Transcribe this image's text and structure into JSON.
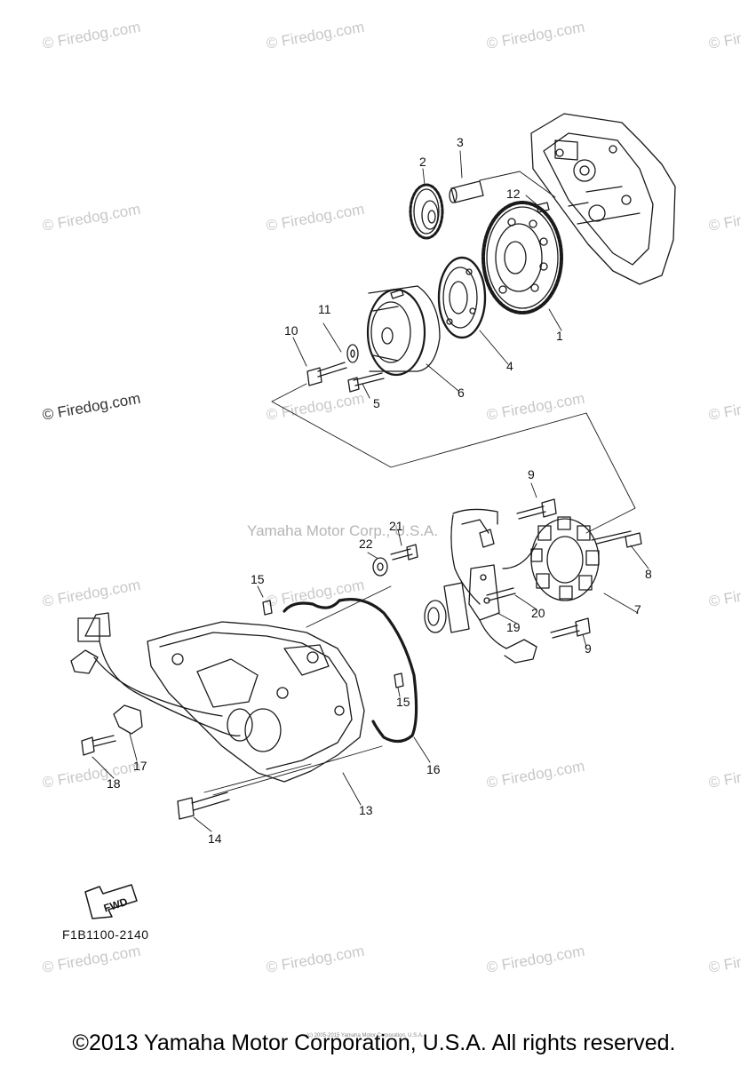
{
  "watermarks": {
    "firedog": "© Firedog.com",
    "firedog_cut": "© Fir",
    "yamaha": "Yamaha Motor Corp., U.S.A."
  },
  "callouts": {
    "c1": "1",
    "c2": "2",
    "c3": "3",
    "c4": "4",
    "c5": "5",
    "c6": "6",
    "c7": "7",
    "c8": "8",
    "c9a": "9",
    "c9b": "9",
    "c10": "10",
    "c11": "11",
    "c12": "12",
    "c13": "13",
    "c14": "14",
    "c15a": "15",
    "c15b": "15",
    "c16": "16",
    "c17": "17",
    "c18": "18",
    "c19": "19",
    "c20": "20",
    "c21": "21",
    "c22": "22"
  },
  "fwd_label": "FWD",
  "figure_code": "F1B1100-2140",
  "tiny_note": "(c) 2005-2015 Yamaha Motor Corporation, U.S.A.",
  "copyright": "©2013 Yamaha Motor Corporation, U.S.A. All rights reserved.",
  "colors": {
    "line": "#1a1a1a",
    "watermark": "#c8c8c8"
  }
}
